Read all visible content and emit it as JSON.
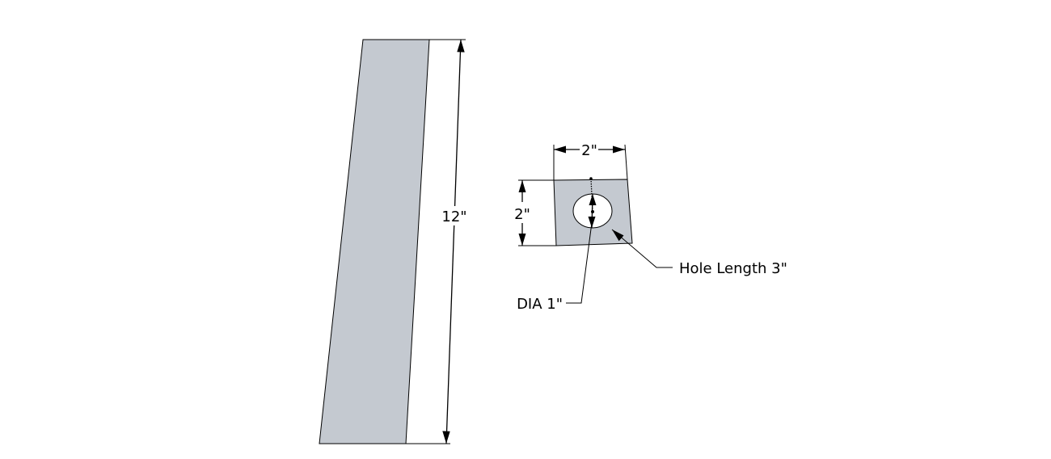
{
  "drawing": {
    "colors": {
      "fill": "#c4c9d0",
      "stroke": "#000000",
      "background": "#ffffff"
    },
    "bar": {
      "length_label": "12\""
    },
    "block": {
      "width_label": "2\"",
      "height_label": "2\"",
      "hole_diameter_label": "DIA 1\"",
      "hole_length_label": "Hole Length 3\""
    }
  }
}
